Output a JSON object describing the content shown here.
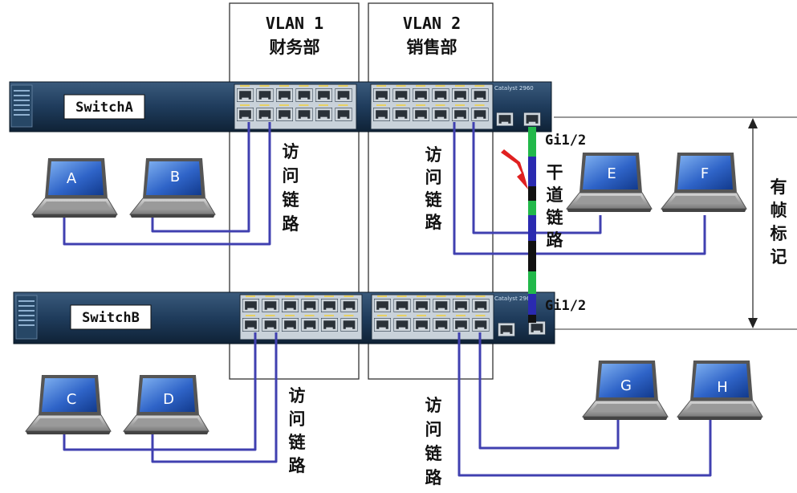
{
  "vlans": [
    {
      "id_label": "VLAN 1",
      "dept": "财务部"
    },
    {
      "id_label": "VLAN 2",
      "dept": "销售部"
    }
  ],
  "switches": [
    {
      "name": "SwitchA",
      "model": "Catalyst 2960"
    },
    {
      "name": "SwitchB",
      "model": "Catalyst 2960"
    }
  ],
  "ports": {
    "switch_a_uplink": "Gi1/2",
    "switch_b_uplink": "Gi1/2"
  },
  "link_labels": {
    "access": "访问链路",
    "trunk": "干道链路",
    "frame_tagging": "有帧标记"
  },
  "hosts": [
    "A",
    "B",
    "C",
    "D",
    "E",
    "F",
    "G",
    "H"
  ],
  "colors": {
    "switch_body": "#1f3c5c",
    "access_cable": "#4040b0",
    "trunk_green": "#22b84a",
    "trunk_blue": "#2a2ab0",
    "trunk_dark": "#111111",
    "arrow": "#e02020",
    "screen": "#2f64c8"
  }
}
